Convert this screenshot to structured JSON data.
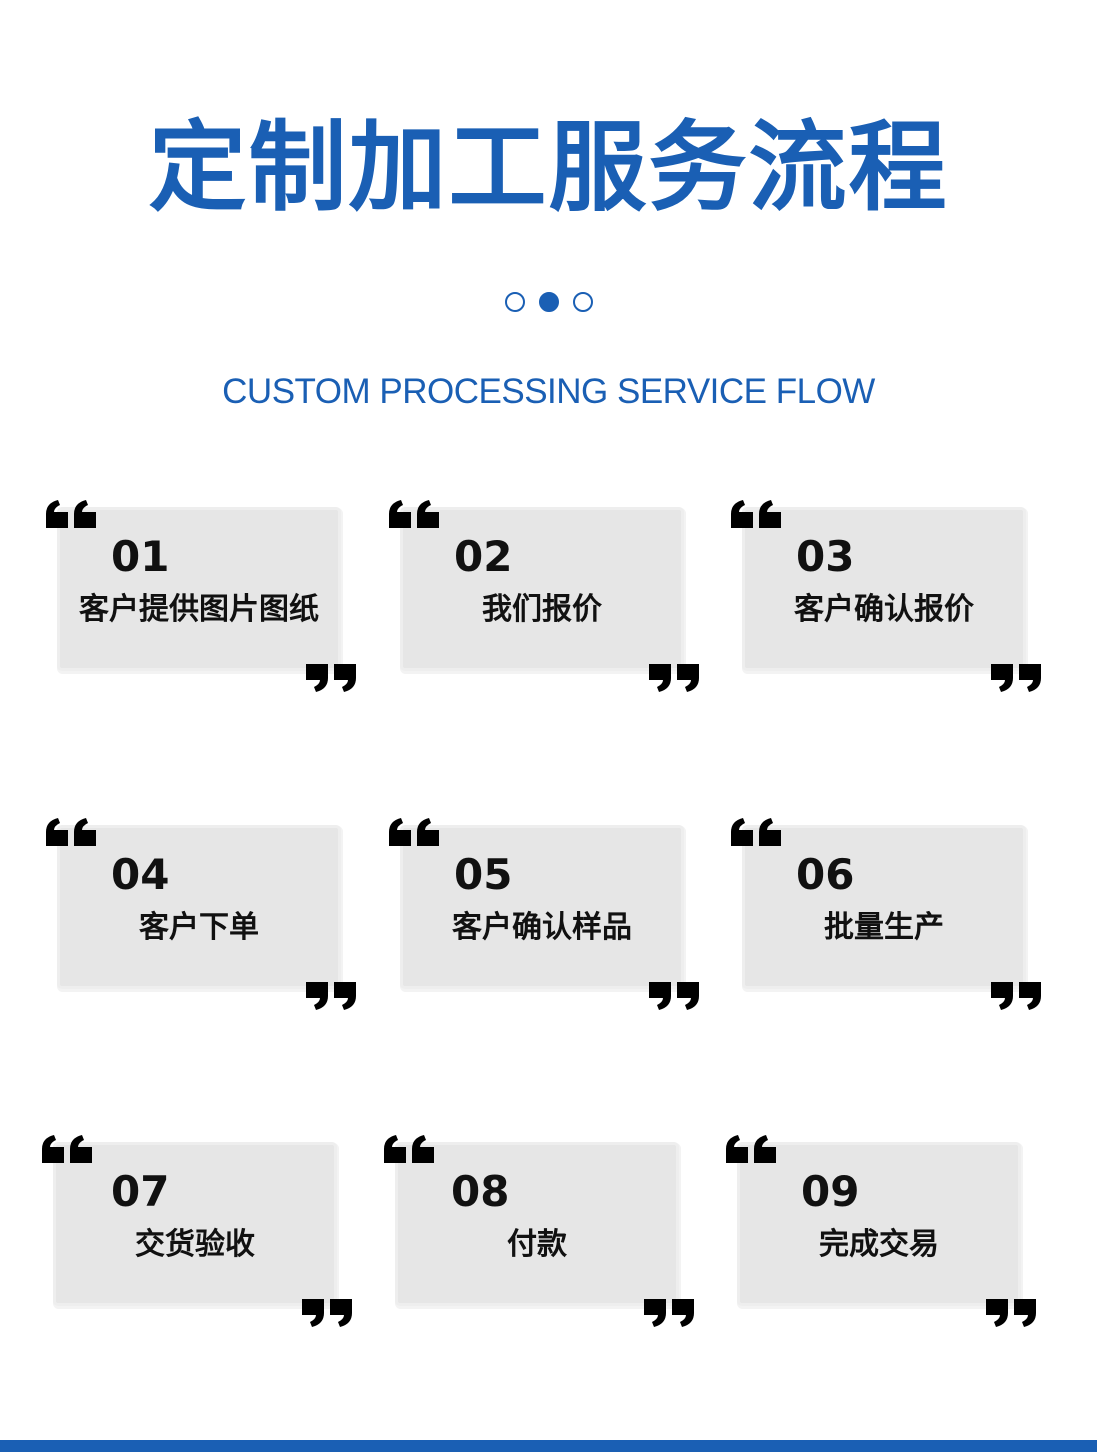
{
  "header": {
    "title": "定制加工服务流程",
    "subtitle": "CUSTOM PROCESSING SERVICE FLOW",
    "pagination": {
      "count": 3,
      "active_index": 1
    }
  },
  "colors": {
    "accent": "#1a5fb4",
    "card_bg": "#e6e6e6",
    "text": "#111111"
  },
  "steps": [
    {
      "number": "01",
      "label": "客户提供图片图纸"
    },
    {
      "number": "02",
      "label": "我们报价"
    },
    {
      "number": "03",
      "label": "客户确认报价"
    },
    {
      "number": "04",
      "label": "客户下单"
    },
    {
      "number": "05",
      "label": "客户确认样品"
    },
    {
      "number": "06",
      "label": "批量生产"
    },
    {
      "number": "07",
      "label": "交货验收"
    },
    {
      "number": "08",
      "label": "付款"
    },
    {
      "number": "09",
      "label": "完成交易"
    }
  ],
  "icons": {
    "open_quote": "open-quote-icon",
    "close_quote": "close-quote-icon"
  }
}
